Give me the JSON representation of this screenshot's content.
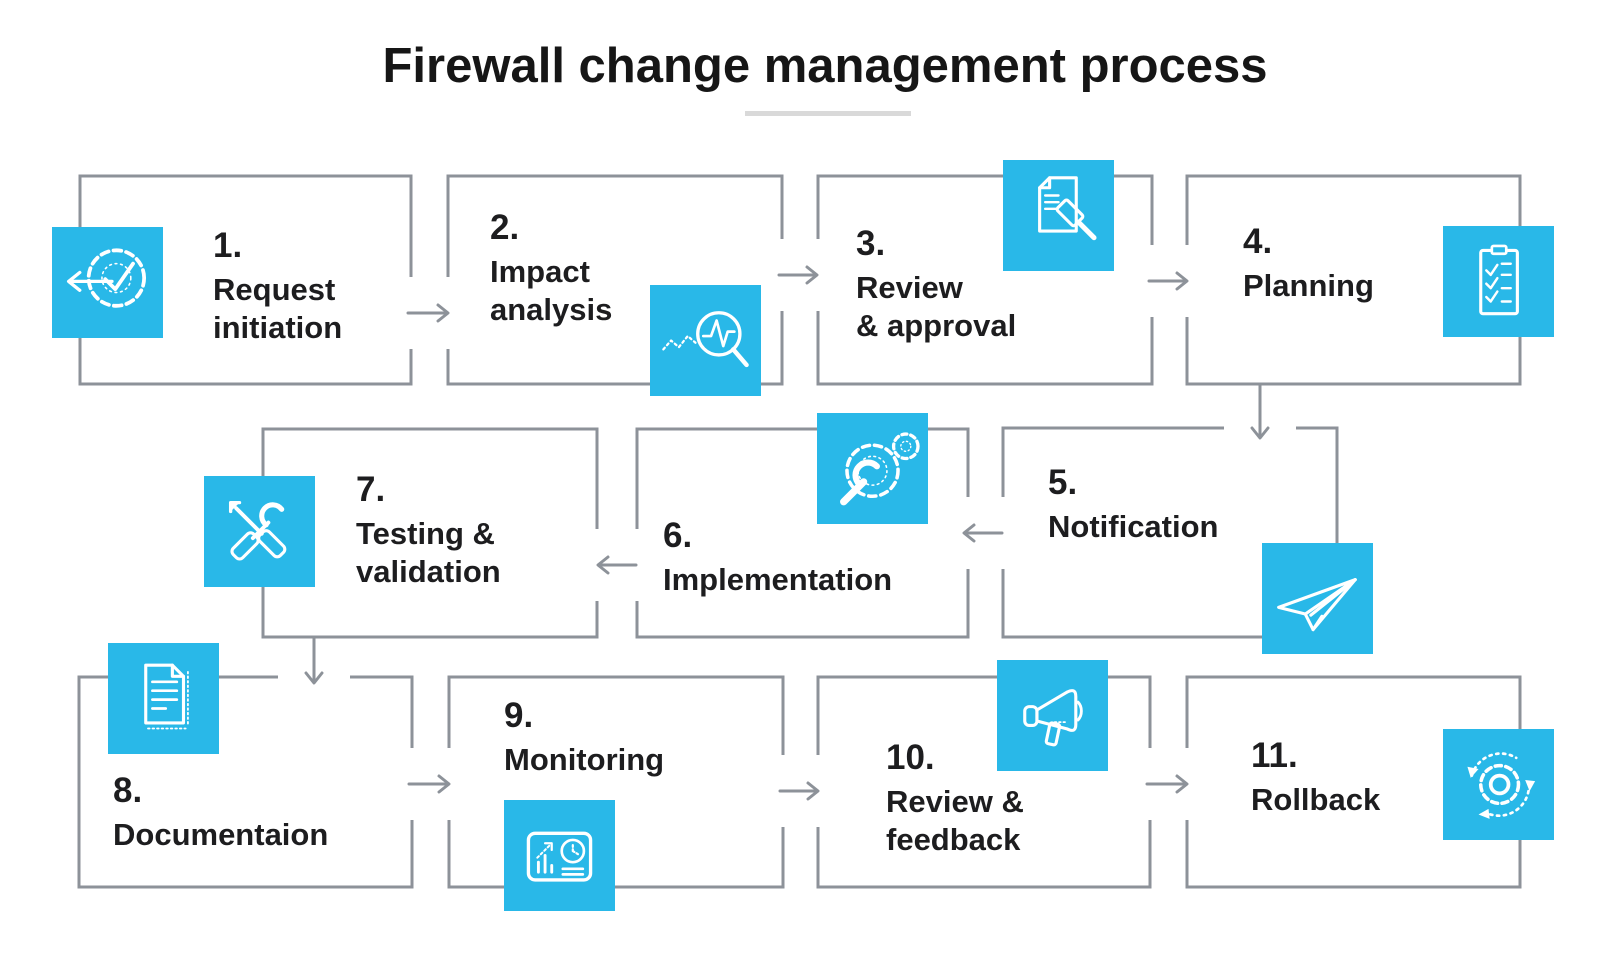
{
  "title": "Firewall change management process",
  "colors": {
    "accent": "#29b8e8",
    "connector_gray": "#8d9299",
    "text": "#1d1d1f",
    "title_underline": "#d9d9d9",
    "icon_stroke": "#ffffff",
    "background": "#ffffff"
  },
  "flow": {
    "row1": [
      "1",
      "2",
      "3",
      "4"
    ],
    "row2_right_to_left": [
      "5",
      "6",
      "7"
    ],
    "row3": [
      "8",
      "9",
      "10",
      "11"
    ]
  },
  "steps": [
    {
      "number": "1.",
      "label": "Request initiation",
      "lines": [
        "Request",
        "initiation"
      ],
      "icon": "gear-check-arrow"
    },
    {
      "number": "2.",
      "label": "Impact analysis",
      "lines": [
        "Impact",
        "analysis"
      ],
      "icon": "magnifier-pulse"
    },
    {
      "number": "3.",
      "label": "Review & approval",
      "lines": [
        "Review",
        "& approval"
      ],
      "icon": "document-gavel"
    },
    {
      "number": "4.",
      "label": "Planning",
      "lines": [
        "Planning"
      ],
      "icon": "clipboard-checklist"
    },
    {
      "number": "5.",
      "label": "Notification",
      "lines": [
        "Notification"
      ],
      "icon": "paper-plane"
    },
    {
      "number": "6.",
      "label": "Implementation",
      "lines": [
        "Implementation"
      ],
      "icon": "wrench-gear"
    },
    {
      "number": "7.",
      "label": "Testing & validation",
      "lines": [
        "Testing &",
        "validation"
      ],
      "icon": "crossed-tools"
    },
    {
      "number": "8.",
      "label": "Documentaion",
      "lines": [
        "Documentaion"
      ],
      "icon": "document-lines"
    },
    {
      "number": "9.",
      "label": "Monitoring",
      "lines": [
        "Monitoring"
      ],
      "icon": "dashboard-chart"
    },
    {
      "number": "10.",
      "label": "Review & feedback",
      "lines": [
        "Review &",
        "feedback"
      ],
      "icon": "megaphone"
    },
    {
      "number": "11.",
      "label": "Rollback",
      "lines": [
        "Rollback"
      ],
      "icon": "gear-rotate"
    }
  ]
}
